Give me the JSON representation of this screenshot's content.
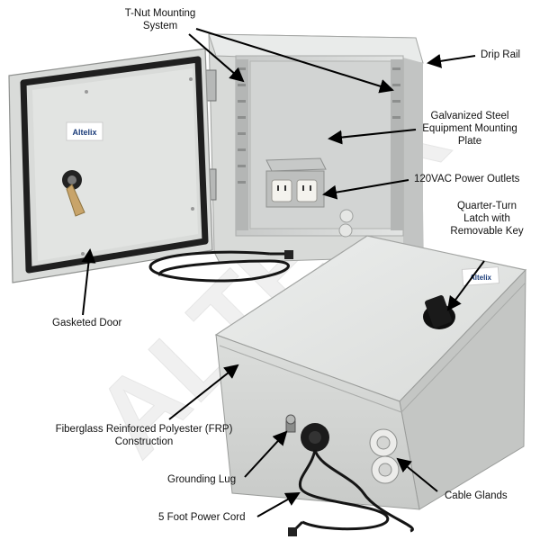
{
  "brand": {
    "logo_text": "Altelix",
    "watermark": "ALTELIX"
  },
  "callouts": {
    "tnut": [
      "T-Nut Mounting",
      "System"
    ],
    "drip_rail": "Drip Rail",
    "galvanized": [
      "Galvanized Steel",
      "Equipment Mounting",
      "Plate"
    ],
    "outlets": "120VAC Power Outlets",
    "latch": [
      "Quarter-Turn",
      "Latch with",
      "Removable Key"
    ],
    "gasketed_door": "Gasketed Door",
    "frp": [
      "Fiberglass Reinforced Polyester (FRP)",
      "Construction"
    ],
    "grounding": "Grounding Lug",
    "cable_glands": "Cable Glands",
    "power_cord": "5 Foot Power Cord"
  },
  "colors": {
    "enclosure": "#e3e4e2",
    "enclosure_shade": "#cfd0ce",
    "interior": "#d6d8d7",
    "plate": "#c9cbca",
    "gasket": "#1f1f1f",
    "latch": "#111111",
    "arrow": "#000000",
    "watermark": "#eeeeee"
  }
}
